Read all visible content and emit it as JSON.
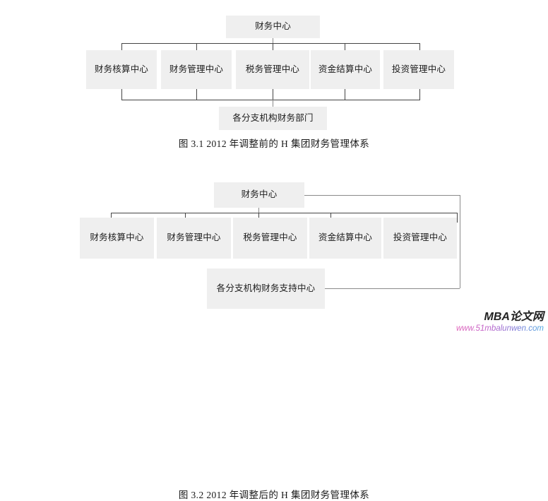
{
  "page": {
    "background_color": "#ffffff",
    "box_fill_color": "#efefef",
    "line_color": "#444444"
  },
  "figures": [
    {
      "id": "figure-1",
      "caption": "图 3.1 2012 年调整前的 H 集团财务管理体系",
      "root": {
        "label": "财务中心"
      },
      "centers": [
        {
          "label": "财务核算中心"
        },
        {
          "label": "财务管理中心"
        },
        {
          "label": "税务管理中心"
        },
        {
          "label": "资金结算中心"
        },
        {
          "label": "投资管理中心"
        }
      ],
      "bottom": {
        "label": "各分支机构财务部门"
      }
    },
    {
      "id": "figure-2",
      "caption": "图 3.2 2012 年调整后的 H 集团财务管理体系",
      "root": {
        "label": "财务中心"
      },
      "centers": [
        {
          "label": "财务核算中心"
        },
        {
          "label": "财务管理中心"
        },
        {
          "label": "税务管理中心"
        },
        {
          "label": "资金结算中心"
        },
        {
          "label": "投资管理中心"
        }
      ],
      "bottom": {
        "label": "各分支机构财务支持中心"
      }
    }
  ],
  "watermark": {
    "title": "MBA论文网",
    "url": "www.51mbalunwen.com",
    "gradient_from": "#e060b8",
    "gradient_to": "#4aa8e0"
  }
}
